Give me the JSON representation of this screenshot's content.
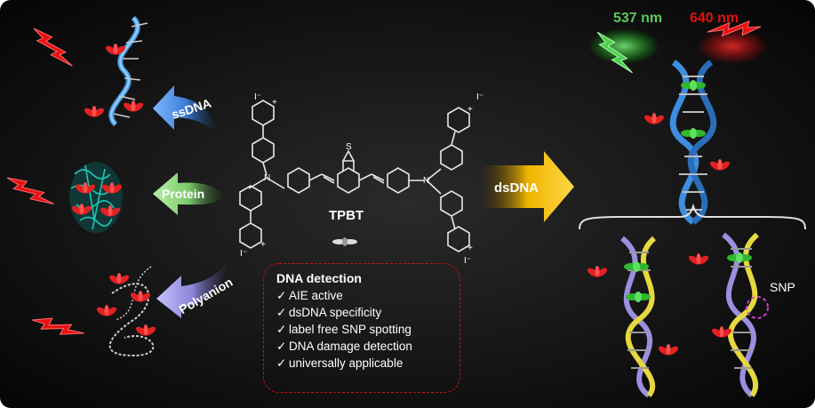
{
  "wavelengths": {
    "green": {
      "text": "537 nm",
      "color": "#5ac85a"
    },
    "red": {
      "text": "640 nm",
      "color": "#e01010"
    }
  },
  "arrows": {
    "ssdna": "ssDNA",
    "protein": "Protein",
    "polyanion": "Polyanion",
    "dsdna": "dsDNA"
  },
  "molecule": {
    "name": "TPBT",
    "pyridinium_charge": "+",
    "iodide": "I⁻",
    "thiadiazole_s": "S",
    "thiadiazole_n": "N"
  },
  "detection_box": {
    "title": "DNA detection",
    "check_mark": "✓",
    "items": [
      "AIE active",
      "dsDNA specificity",
      "label free SNP spotting",
      "DNA damage detection",
      "universally applicable"
    ]
  },
  "snp_label": "SNP",
  "colors": {
    "background": "#000000",
    "ssdna_arrow": "#3d7fd6",
    "protein_arrow": "#7bc86b",
    "polyanion_arrow": "#8a84d6",
    "dsdna_arrow": "#f0b400",
    "lightning": "#e81212",
    "dye": "#e52020",
    "green_dye": "#2fb82f",
    "box_border": "#d01010"
  }
}
